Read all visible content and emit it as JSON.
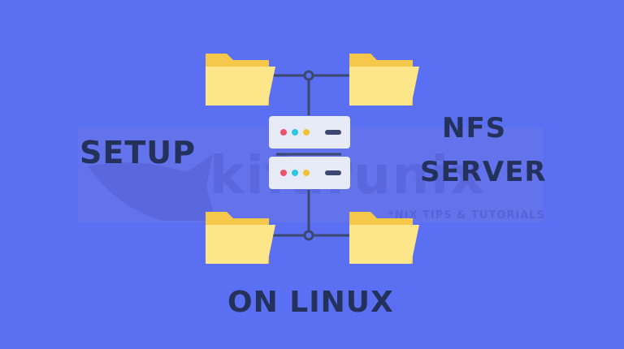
{
  "headline": {
    "setup": "SETUP",
    "nfs": "NFS",
    "server": "SERVER",
    "on_linux": "ON LINUX"
  },
  "watermark": {
    "brand": "kifarunix",
    "tagline": "*NIX TIPS & TUTORIALS"
  },
  "colors": {
    "background": "#5b6ff2",
    "text": "#24315a",
    "folder_front": "#fde58a",
    "folder_back": "#f5c84c",
    "server_body": "#e7ebf8",
    "connector": "#3c4870",
    "led_red": "#e8526b",
    "led_cyan": "#2cc7e6",
    "led_yellow": "#f2c234"
  },
  "icons": [
    "folder-icon",
    "server-icon",
    "network-connector-icon",
    "rhino-logo-icon"
  ]
}
